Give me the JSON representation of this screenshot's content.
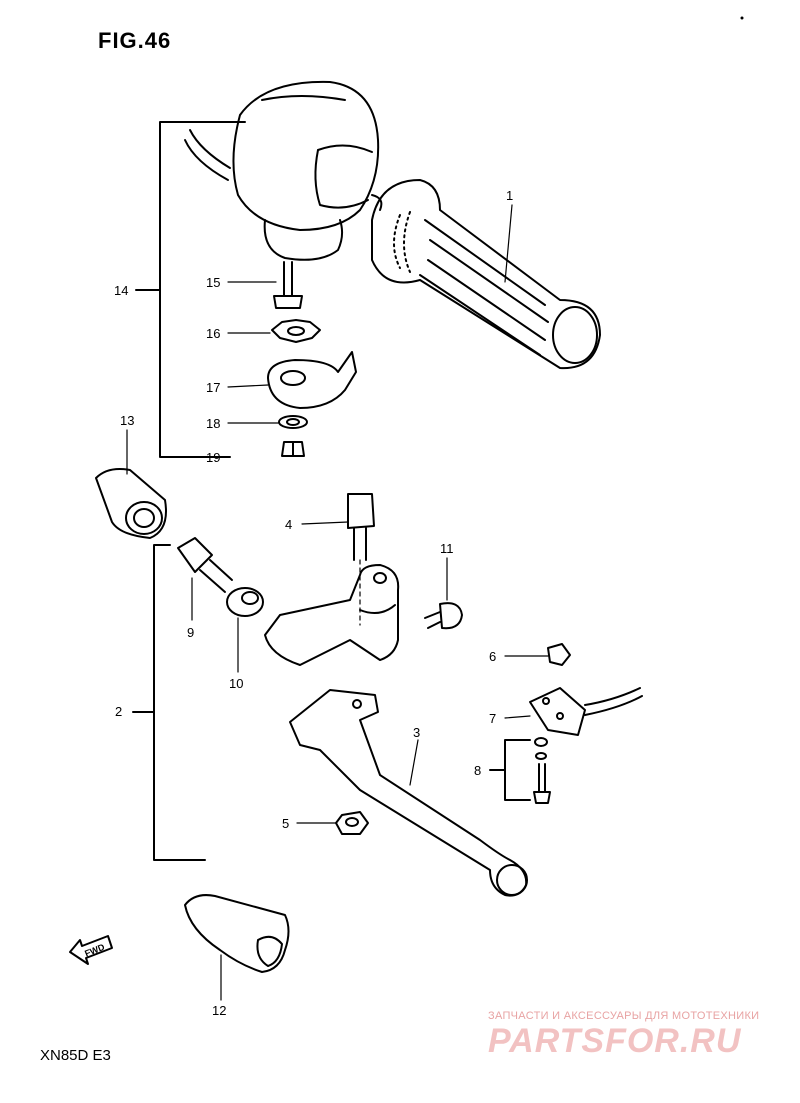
{
  "figure": {
    "title": "FIG.46",
    "model_code": "XN85D E3",
    "fwd_label": "FWD"
  },
  "callouts": {
    "n1": "1",
    "n2": "2",
    "n3": "3",
    "n4": "4",
    "n5": "5",
    "n6": "6",
    "n7": "7",
    "n8": "8",
    "n9": "9",
    "n10": "10",
    "n11": "11",
    "n12": "12",
    "n13": "13",
    "n14": "14",
    "n15": "15",
    "n16": "16",
    "n17": "17",
    "n18": "18",
    "n19": "19"
  },
  "watermark": {
    "tagline": "ЗАПЧАСТИ И АКСЕССУАРЫ ДЛЯ МОТОТЕХНИКИ",
    "brand": "PARTSFOR.RU"
  }
}
